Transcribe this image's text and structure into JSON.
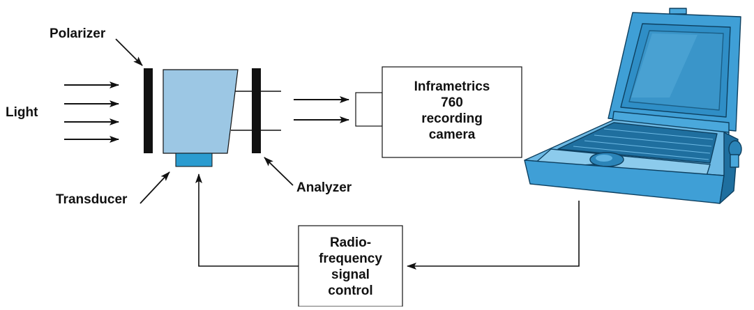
{
  "labels": {
    "light": "Light",
    "polarizer": "Polarizer",
    "analyzer": "Analyzer",
    "transducer": "Transducer"
  },
  "camera_box": {
    "lines": [
      "Inframetrics",
      "760",
      "recording",
      "camera"
    ]
  },
  "rf_box": {
    "lines": [
      "Radio-",
      "frequency",
      "signal",
      "control"
    ]
  },
  "colors": {
    "crystal_fill": "#9cc7e4",
    "transducer_fill": "#2b9cd0",
    "laptop_body": "#4aa8dc",
    "laptop_dark": "#1f6f9f",
    "laptop_screen": "#2f8ec6",
    "line": "#111111"
  }
}
